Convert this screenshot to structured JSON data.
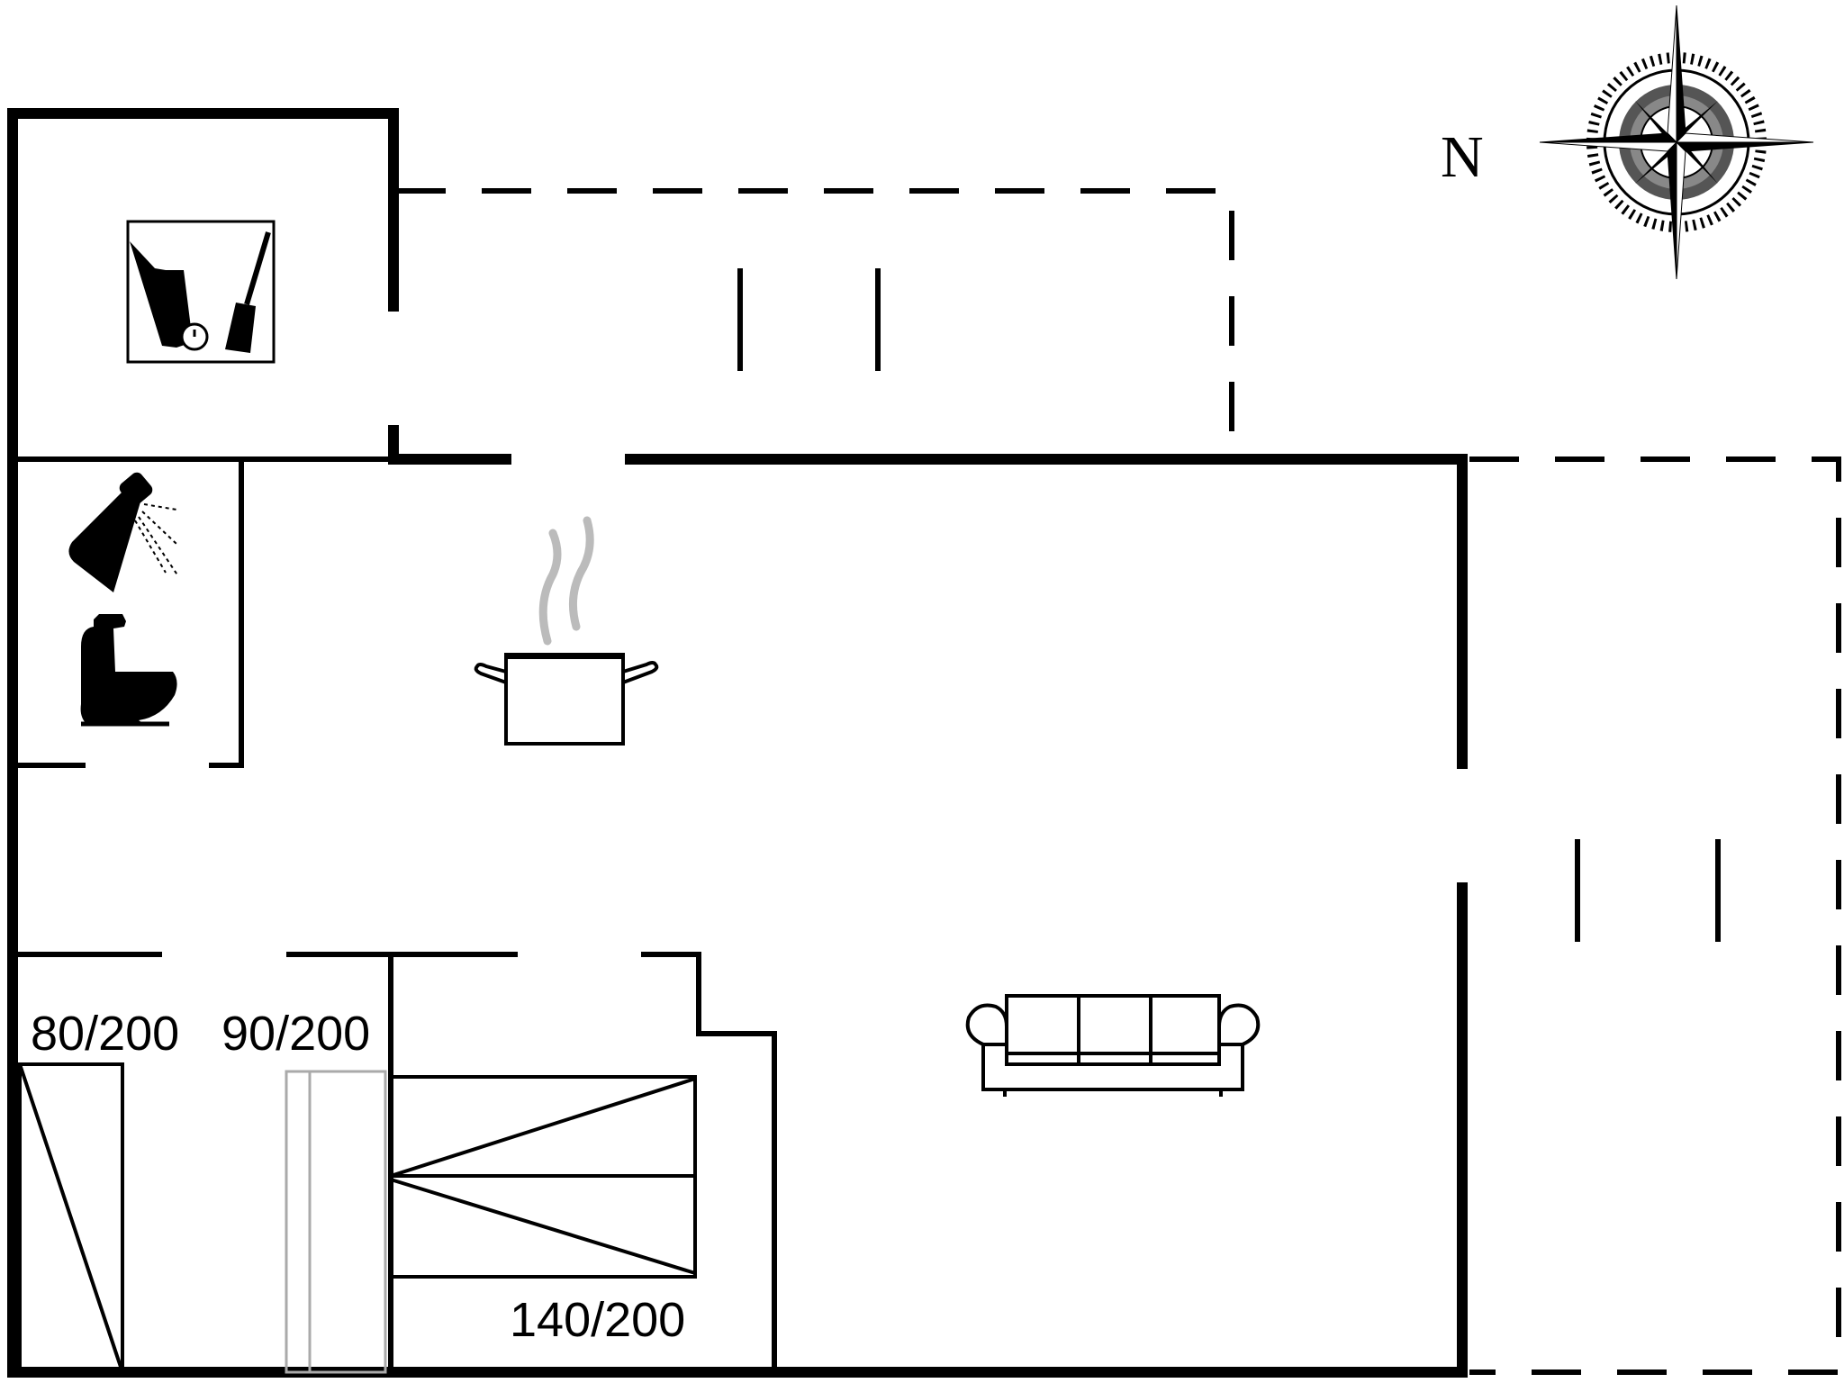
{
  "compass": {
    "north_label": "N"
  },
  "beds": [
    {
      "label": "80/200"
    },
    {
      "label": "90/200"
    },
    {
      "label": "140/200"
    }
  ],
  "icons": [
    "tools-storage-icon",
    "shower-icon",
    "toilet-icon",
    "cooking-pot-icon",
    "sofa-icon",
    "compass-rose-icon"
  ],
  "colors": {
    "line": "#000000",
    "steam": "#bbbbbb",
    "bed_outline": "#aaaaaa",
    "background": "#ffffff"
  }
}
